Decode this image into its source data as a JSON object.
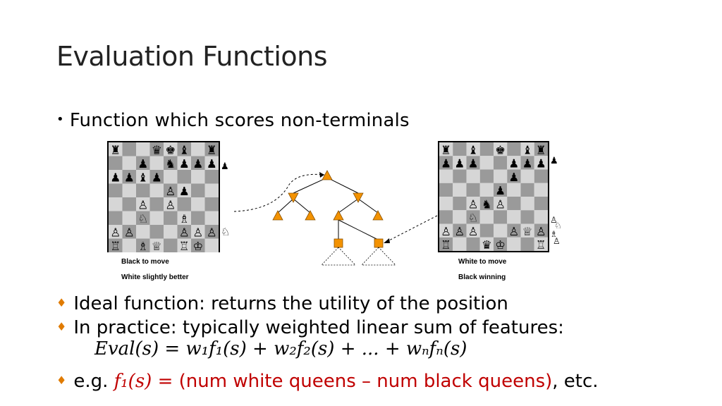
{
  "slide": {
    "title": "Evaluation Functions",
    "bullet": "Function which scores non-terminals",
    "boards": {
      "left": {
        "caption1": "Black to move",
        "caption2": "White slightly better"
      },
      "right": {
        "caption1": "White to move",
        "caption2": "Black winning"
      }
    },
    "subbullets": [
      "Ideal function: returns the utility of the position",
      "In practice: typically weighted linear sum of features:"
    ],
    "formula": "Eval(s) = w₁f₁(s) + w₂f₂(s) + ... + wₙfₙ(s)",
    "example": {
      "prefix": "e.g. ",
      "fn": "f₁(s)",
      "text": " = (num white queens – num black queens)",
      "suffix": ", etc."
    },
    "colors": {
      "accent": "#e07b00",
      "red": "#c00000",
      "tree_node": "#f39200"
    }
  }
}
